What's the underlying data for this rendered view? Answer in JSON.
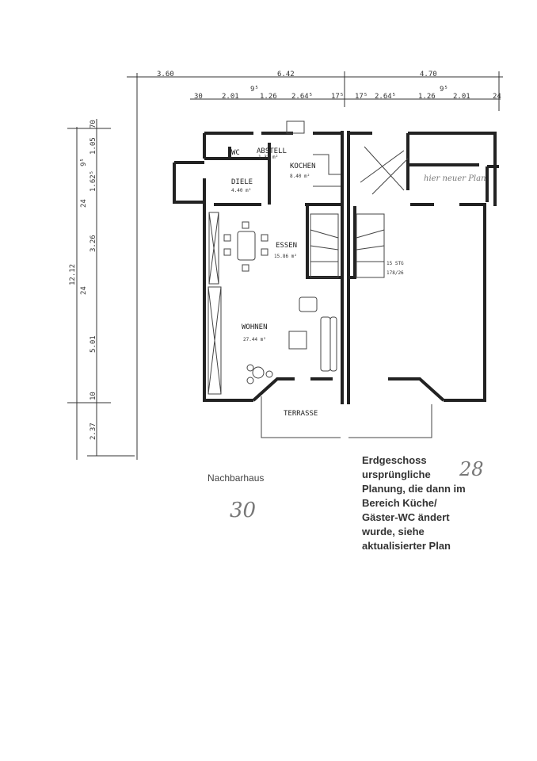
{
  "dimensions_top": [
    "3.60",
    "6.42",
    "4.70"
  ],
  "dimensions_second": [
    "30",
    "2.01",
    "9⁵",
    "1.26",
    "2.64⁵",
    "17⁵",
    "17⁵",
    "2.64⁵",
    "1.26",
    "9⁵",
    "2.01",
    "24"
  ],
  "dimensions_left": [
    "12.12",
    "70",
    "1.05",
    "9⁵",
    "1.62⁵",
    "24",
    "3.26",
    "24",
    "5.01",
    "10",
    "2.37"
  ],
  "rooms": {
    "wc": "WC",
    "abstell": "ABSTELL",
    "abstell_area": "1.32 m²",
    "kochen": "KOCHEN",
    "kochen_area": "8.40 m²",
    "diele": "DIELE",
    "diele_area": "4.40 m²",
    "essen": "ESSEN",
    "essen_area": "15.86 m²",
    "wohnen": "WOHNEN",
    "wohnen_area": "27.44 m²",
    "terrasse": "TERRASSE",
    "stairs": "15 STG",
    "stairs_ratio": "178/26"
  },
  "handwritten": {
    "note": "hier neuer Plan",
    "house_left": "30",
    "house_right": "28"
  },
  "neighbor_label": "Nachbarhaus",
  "caption": [
    "Erdgeschoss",
    "ursprüngliche",
    "Planung, die dann im",
    "Bereich Küche/",
    "Gäster-WC ändert",
    "wurde, siehe",
    "aktualisierter Plan"
  ]
}
